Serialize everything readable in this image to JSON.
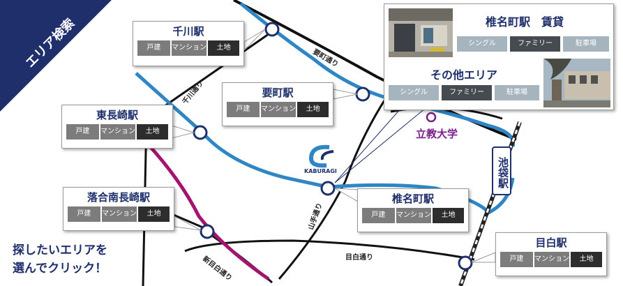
{
  "banner": {
    "title": "エリア検索",
    "color": "#1e2f6b"
  },
  "instructions": {
    "line1": "探したいエリアを",
    "line2": "選んでクリック！"
  },
  "road_labels": {
    "kanamecho_dori": "要町通り",
    "senkawa_dori": "千川通り",
    "yamate_dori": "山手通り",
    "mejiro_dori": "目白通り",
    "shin_mejiro_dori": "新目白通り"
  },
  "landmark": {
    "rikkyo": "立教大学",
    "ikebukuro": "池袋駅"
  },
  "logo": {
    "text": "KABURAGI"
  },
  "buttons": {
    "house": "戸建",
    "mansion": "マンション",
    "land": "土地",
    "single": "シングル",
    "family": "ファミリー",
    "parking": "駐車場"
  },
  "areas": [
    {
      "id": "senkawa",
      "name": "千川駅"
    },
    {
      "id": "kanamecho",
      "name": "要町駅"
    },
    {
      "id": "higashi_nagasaki",
      "name": "東長崎駅"
    },
    {
      "id": "ochiai_minami_nagasaki",
      "name": "落合南長崎駅"
    },
    {
      "id": "shiinamachi",
      "name": "椎名町駅"
    },
    {
      "id": "mejiro",
      "name": "目白駅"
    }
  ],
  "rental_panel": {
    "title": "椎名町駅　賃貸",
    "other_title": "その他エリア"
  },
  "colors": {
    "navy": "#1e2f6b",
    "line_blue": "#2f86c5",
    "line_magenta": "#a3146f",
    "road": "#111111",
    "button_gray": "#7c7c7c",
    "button_dark": "#2d2d2d",
    "button_light": "#a6b4bd"
  }
}
